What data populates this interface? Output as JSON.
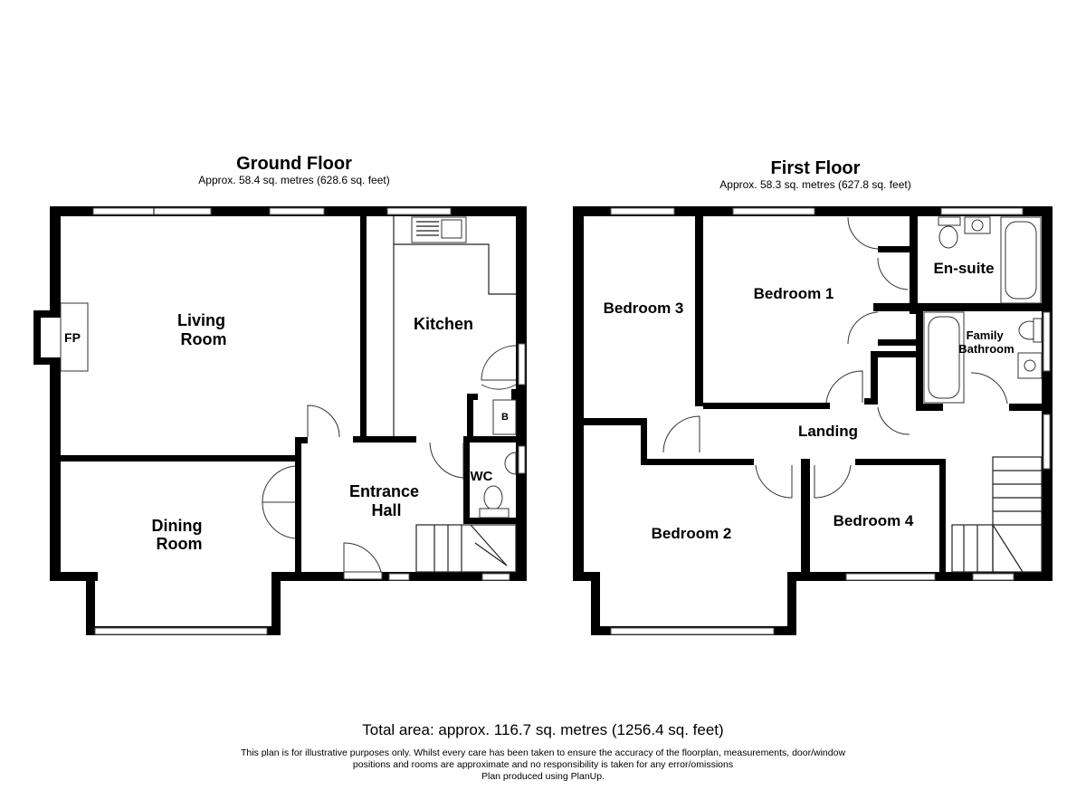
{
  "ground_floor": {
    "title": "Ground Floor",
    "area": "Approx. 58.4 sq. metres (628.6 sq. feet)",
    "rooms": {
      "living_room": [
        "Living",
        "Room"
      ],
      "dining_room": [
        "Dining",
        "Room"
      ],
      "kitchen": "Kitchen",
      "entrance_hall": [
        "Entrance",
        "Hall"
      ],
      "wc": "WC",
      "fp": "FP",
      "b": "B"
    }
  },
  "first_floor": {
    "title": "First Floor",
    "area": "Approx. 58.3 sq. metres (627.8 sq. feet)",
    "rooms": {
      "bedroom_1": "Bedroom 1",
      "bedroom_2": "Bedroom 2",
      "bedroom_3": "Bedroom 3",
      "bedroom_4": "Bedroom 4",
      "en_suite": "En-suite",
      "family_bathroom": [
        "Family",
        "Bathroom"
      ],
      "landing": "Landing"
    }
  },
  "footer": {
    "total_area": "Total area: approx. 116.7 sq. metres (1256.4 sq. feet)",
    "disclaimer_lines": [
      "This plan is for illustrative purposes only. Whilst every care has been taken to ensure the accuracy of the floorplan, measurements, door/window",
      "positions and rooms are approximate and no responsibility is taken for any error/omissions",
      "Plan produced using PlanUp."
    ]
  }
}
